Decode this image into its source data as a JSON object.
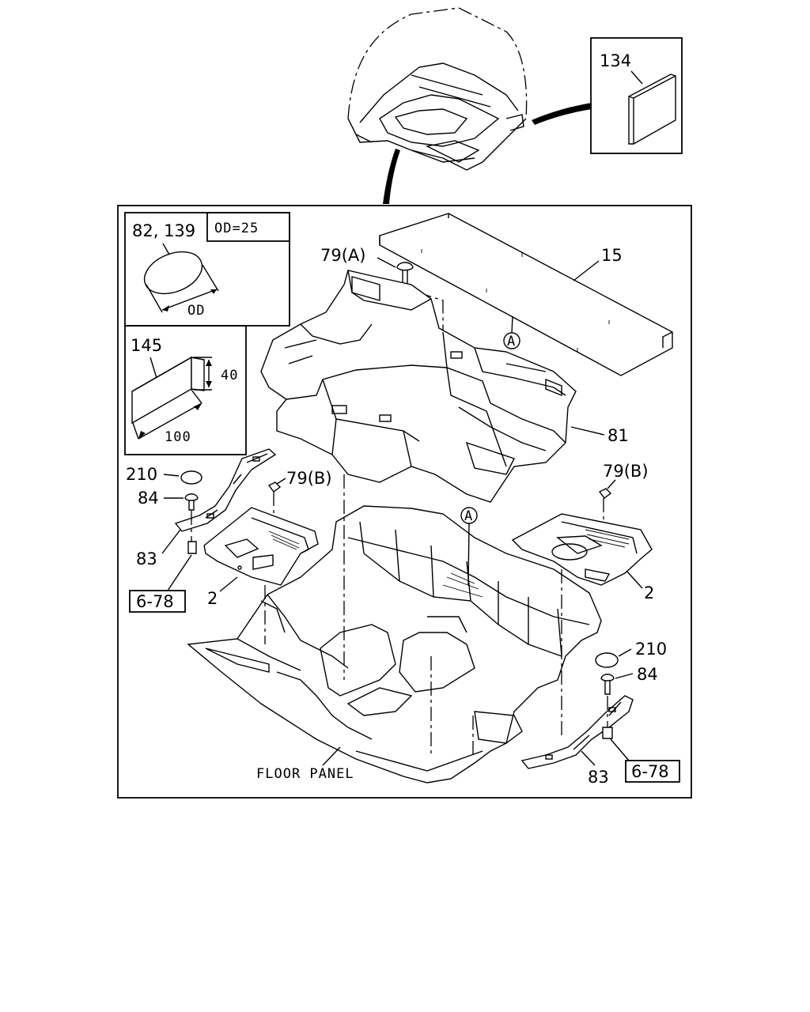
{
  "callouts": {
    "c134": "134",
    "c82_139": "82, 139",
    "od25": "OD=25",
    "od": "OD",
    "c145": "145",
    "dim40": "40",
    "dim100": "100",
    "c79a": "79(A)",
    "c15": "15",
    "circleA1": "A",
    "circleA2": "A",
    "c81": "81",
    "c210_left": "210",
    "c84_left": "84",
    "c79b_left": "79(B)",
    "c83_left": "83",
    "ref678_left": "6-78",
    "c2_left": "2",
    "c79b_right": "79(B)",
    "c2_right": "2",
    "c210_right": "210",
    "c84_right": "84",
    "c83_right": "83",
    "ref678_right": "6-78",
    "floor_panel": "FLOOR PANEL"
  }
}
